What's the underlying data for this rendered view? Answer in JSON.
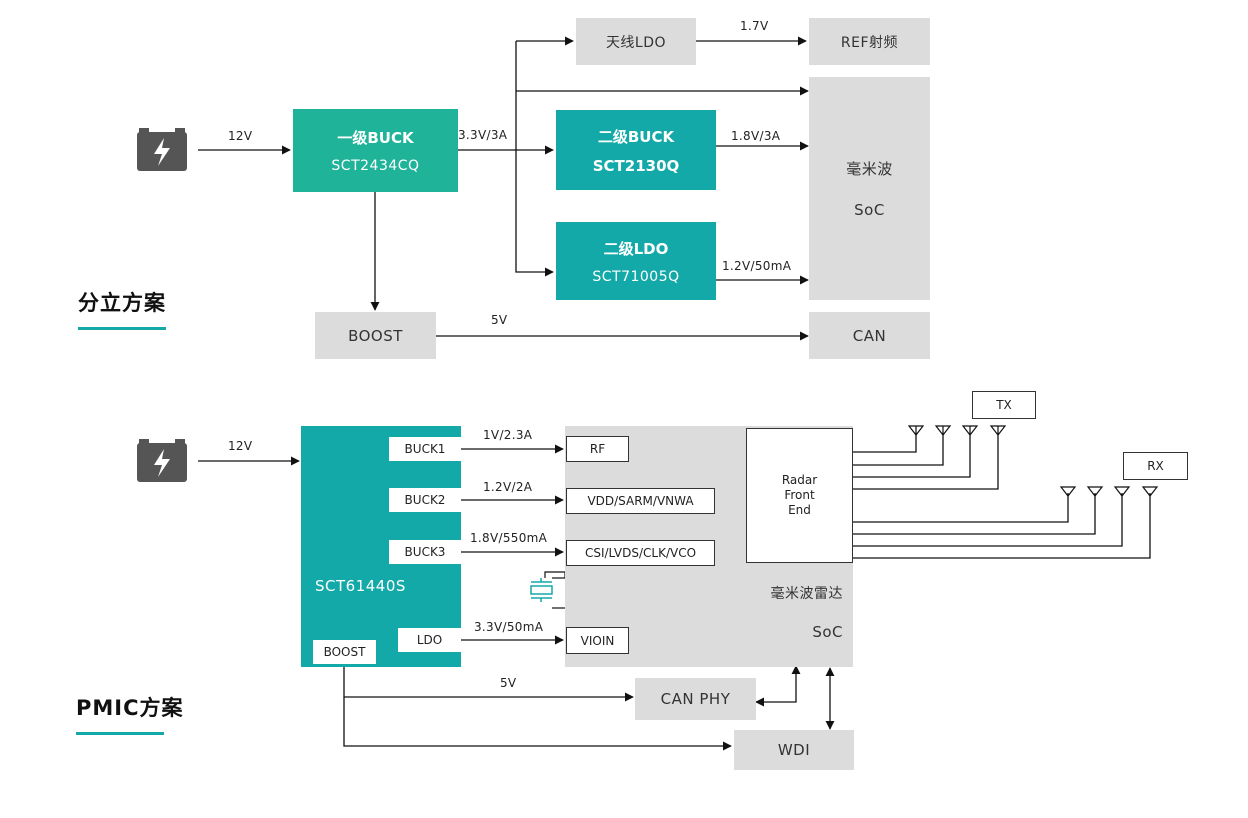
{
  "colors": {
    "green_block": "#1fb39a",
    "teal_block": "#13a9a8",
    "gray_block": "#dcdcdc",
    "battery": "#555555",
    "accent_underline": "#13a9a8"
  },
  "discrete": {
    "title": "分立方案",
    "input_voltage": "12V",
    "buck1": {
      "line1": "一级BUCK",
      "line2": "SCT2434CQ"
    },
    "buck1_out": "3.3V/3A",
    "ldo_antenna": "天线LDO",
    "ref_rf": "REF射频",
    "v_17": "1.7V",
    "buck2": {
      "line1": "二级BUCK",
      "line2": "SCT2130Q"
    },
    "v_18": "1.8V/3A",
    "ldo2": {
      "line1": "二级LDO",
      "line2": "SCT71005Q"
    },
    "v_12": "1.2V/50mA",
    "soc": {
      "line1": "毫米波",
      "line2": "SoC"
    },
    "boost": "BOOST",
    "v_5": "5V",
    "can": "CAN"
  },
  "pmic": {
    "title": "PMIC方案",
    "input_voltage": "12V",
    "chip": "SCT61440S",
    "buck1": "BUCK1",
    "buck2": "BUCK2",
    "buck3": "BUCK3",
    "ldo": "LDO",
    "boost": "BOOST",
    "v_buck1": "1V/2.3A",
    "v_buck2": "1.2V/2A",
    "v_buck3": "1.8V/550mA",
    "v_ldo": "3.3V/50mA",
    "rf": "RF",
    "vdd": "VDD/SARM/VNWA",
    "csi": "CSI/LVDS/CLK/VCO",
    "vioin": "VIOIN",
    "radar_front_end": {
      "line1": "Radar",
      "line2": "Front",
      "line3": "End"
    },
    "soc": {
      "line1": "毫米波雷达",
      "line2": "SoC"
    },
    "tx": "TX",
    "rx": "RX",
    "v_5": "5V",
    "can_phy": "CAN PHY",
    "wdi": "WDI"
  }
}
